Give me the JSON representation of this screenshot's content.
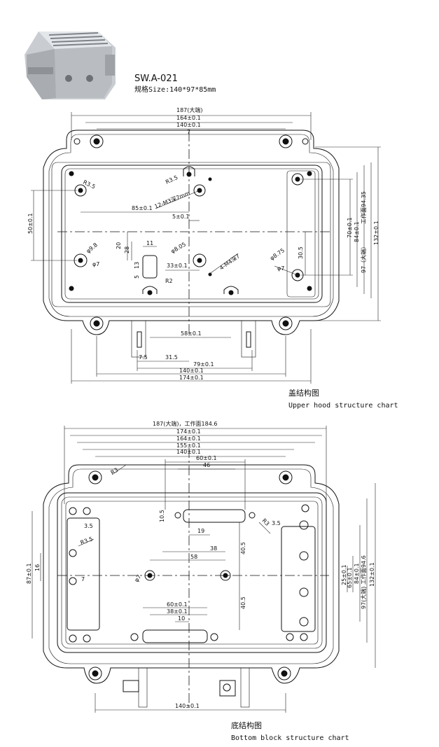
{
  "header": {
    "model": "SW.A-021",
    "size": "规格Size:140*97*85mm"
  },
  "top_view": {
    "title_cn": "盖结构图",
    "title_en": "Upper hood structure chart",
    "labels": {
      "w187": "187(大端)",
      "w164": "164±0.1",
      "w140": "140±0.1",
      "d7": "7",
      "r35a": "R3.5",
      "r35b": "R3.5",
      "m3": "12-M3深7mm",
      "d85": "85±0.1",
      "d5": "5±0.1",
      "d50": "50±0.1",
      "d20": "20",
      "d28": "28",
      "d11": "11",
      "d13": "13",
      "d5b": "5",
      "phi98": "φ9.8",
      "phi7a": "φ7",
      "phi805": "φ8.05",
      "d33": "33±0.1",
      "r2": "R2",
      "m4": "4-M4深7",
      "phi875": "φ8.75",
      "phi7b": "φ7",
      "d305": "30.5",
      "d70": "70±0.1",
      "d84": "84±0.1",
      "d9435": "工作面94.35",
      "d97": "97（大端）",
      "d132": "132±0.1",
      "d58": "58±0.1",
      "d75": "7.5",
      "d315": "31.5",
      "d79": "79±0.1",
      "b140": "140±0.1",
      "b174": "174±0.1"
    }
  },
  "bottom_view": {
    "title_cn": "底结构图",
    "title_en": "Bottom block structure chart",
    "labels": {
      "w187": "187(大端)，工作面184.6",
      "w174": "174±0.1",
      "w164": "164±0.1",
      "w155": "155±0.1",
      "w140": "140±0.1",
      "w60": "60±0.1",
      "w46": "46",
      "r3a": "R3",
      "d105": "10.5",
      "d19": "19",
      "r3b": "R3",
      "d35a": "3.5",
      "d35b": "3.5",
      "r35": "R3.5",
      "d38": "38",
      "d58": "58",
      "d405a": "40.5",
      "d405b": "40.5",
      "d87": "87±0.1",
      "d16": "16",
      "d7": "7",
      "phi7": "φ7",
      "d25": "25±0.1",
      "d65": "65±0.1",
      "d84": "84±0.1",
      "d946": "97(大端) 工作面94.6",
      "d132": "132±0.1",
      "b60": "60±0.1",
      "b38": "38±0.1",
      "b10": "10",
      "b140": "140±0.1"
    }
  }
}
